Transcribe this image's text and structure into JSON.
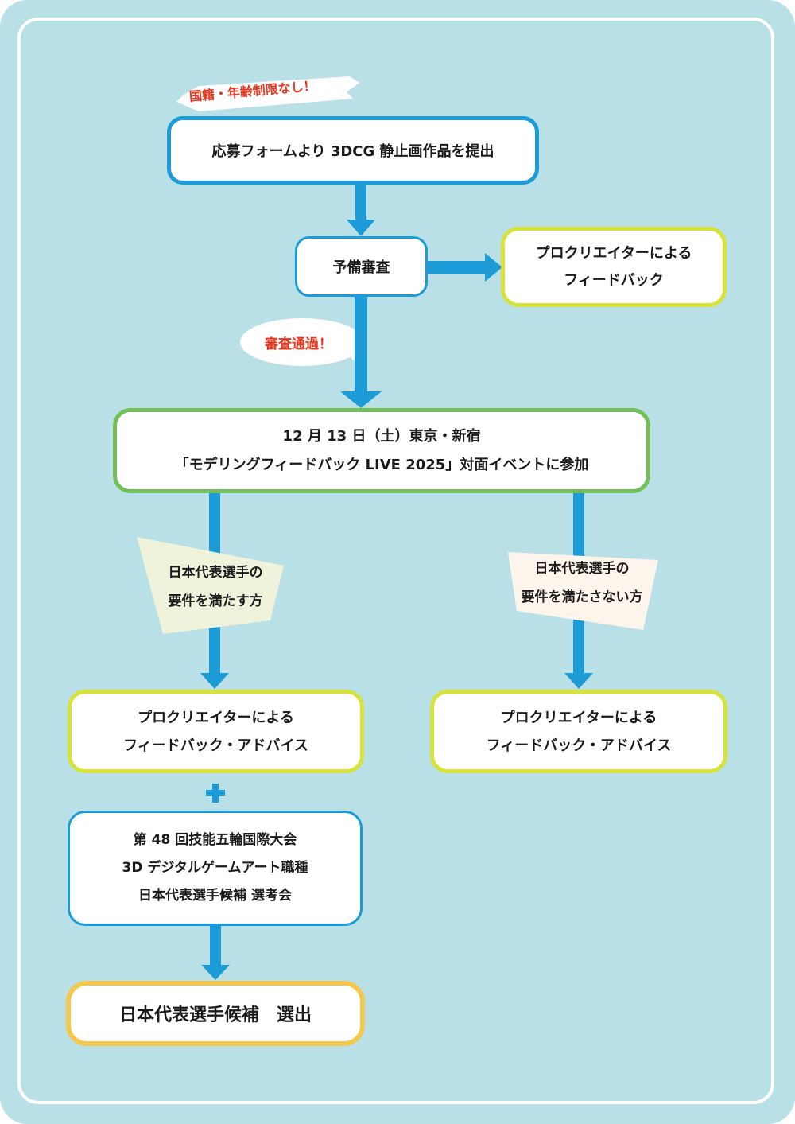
{
  "colors": {
    "background": "#b9e0e7",
    "frame": "#ffffff",
    "arrow": "#1d9bd6",
    "border_blue": "#1d9bd6",
    "border_lime": "#d8e33a",
    "border_green": "#72bf57",
    "border_yellow": "#f4c84d",
    "callout_text": "#e8371f",
    "label_meets_fill": "#eff3dc",
    "label_not_meets_fill": "#fdf4ec"
  },
  "callouts": {
    "no_limit": "国籍・年齢制限なし！",
    "passed": "審査通過！"
  },
  "steps": {
    "submit": {
      "lines": [
        "応募フォームより 3DCG 静止画作品を提出"
      ]
    },
    "preliminary": {
      "lines": [
        "予備審査"
      ]
    },
    "feedback_prelim": {
      "lines": [
        "プロクリエイターによる",
        "フィードバック"
      ]
    },
    "event": {
      "lines": [
        "12 月 13 日（土）東京・新宿",
        "「モデリングフィードバック LIVE 2025」対面イベントに参加"
      ]
    },
    "feedback_left": {
      "lines": [
        "プロクリエイターによる",
        "フィードバック・アドバイス"
      ]
    },
    "feedback_right": {
      "lines": [
        "プロクリエイターによる",
        "フィードバック・アドバイス"
      ]
    },
    "worldskills": {
      "lines": [
        "第 48 回技能五輪国際大会",
        "3D デジタルゲームアート職種",
        "日本代表選手候補 選考会"
      ]
    },
    "final": {
      "lines": [
        "日本代表選手候補　選出"
      ]
    }
  },
  "branches": {
    "meets": {
      "lines": [
        "日本代表選手の",
        "要件を満たす方"
      ]
    },
    "not_meets": {
      "lines": [
        "日本代表選手の",
        "要件を満たさない方"
      ]
    }
  },
  "plus_symbol": "+"
}
